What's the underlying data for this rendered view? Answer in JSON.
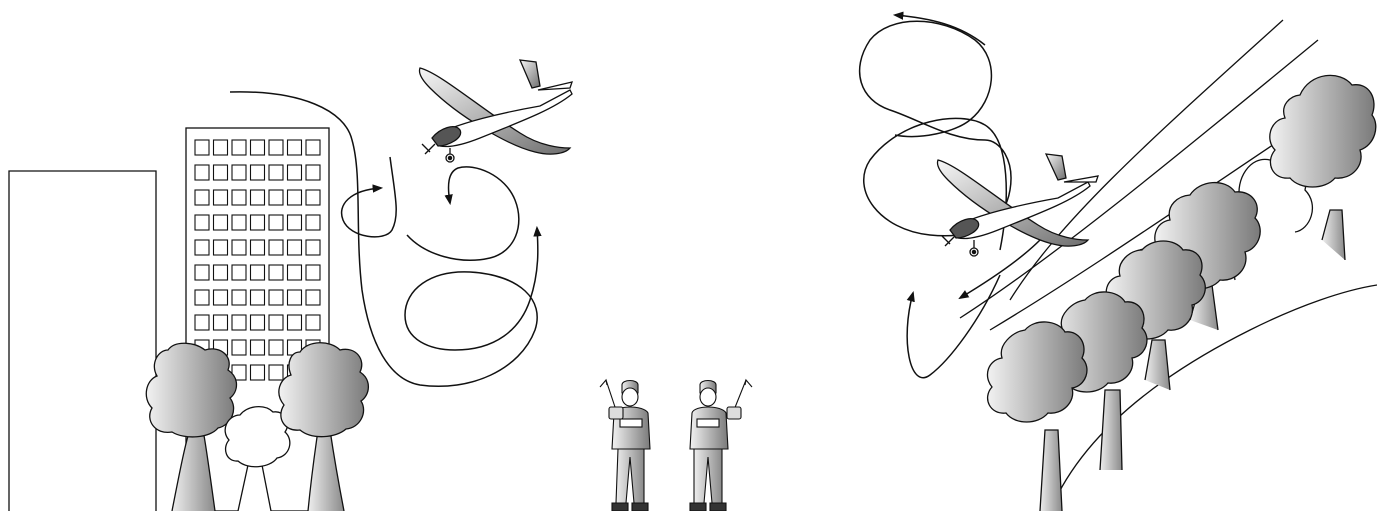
{
  "illustration": {
    "style": "black-and-white line drawing with grey gradient shading",
    "colors": {
      "line": "#111111",
      "fill_light": "#f2f2f2",
      "fill_dark": "#7a7a7a",
      "background": "#ffffff"
    },
    "left_panel": {
      "elements": [
        "building-outline",
        "office-building",
        "tree",
        "tree-outline-white",
        "tree",
        "rc-airplane",
        "flight-path-arrow"
      ]
    },
    "center_panel": {
      "elements": [
        "rc-pilot",
        "rc-pilot",
        "transmitter-icon",
        "transmitter-icon"
      ]
    },
    "right_panel": {
      "elements": [
        "rc-airplane",
        "flight-path-arrow",
        "tree-line",
        "power-lines",
        "hill-slope"
      ]
    }
  }
}
